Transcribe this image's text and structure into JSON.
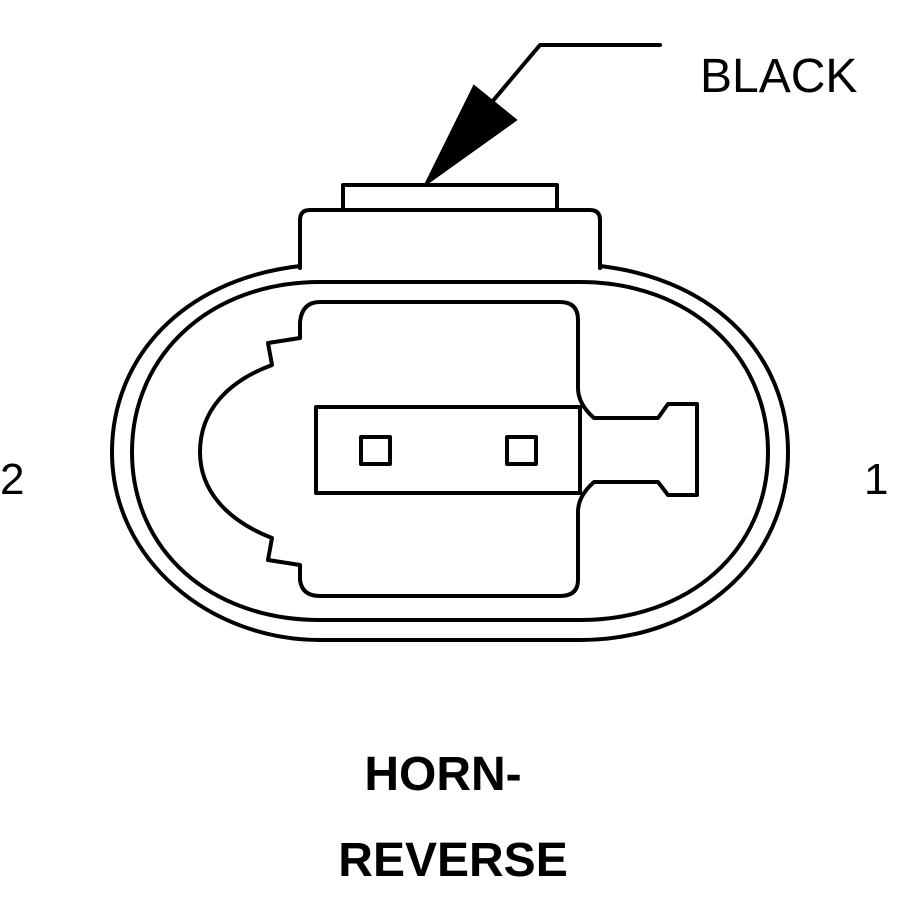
{
  "connector": {
    "color_label": "BLACK",
    "pin_left": "2",
    "pin_right": "1",
    "title_line1": "HORN-",
    "title_line2": "REVERSE"
  }
}
